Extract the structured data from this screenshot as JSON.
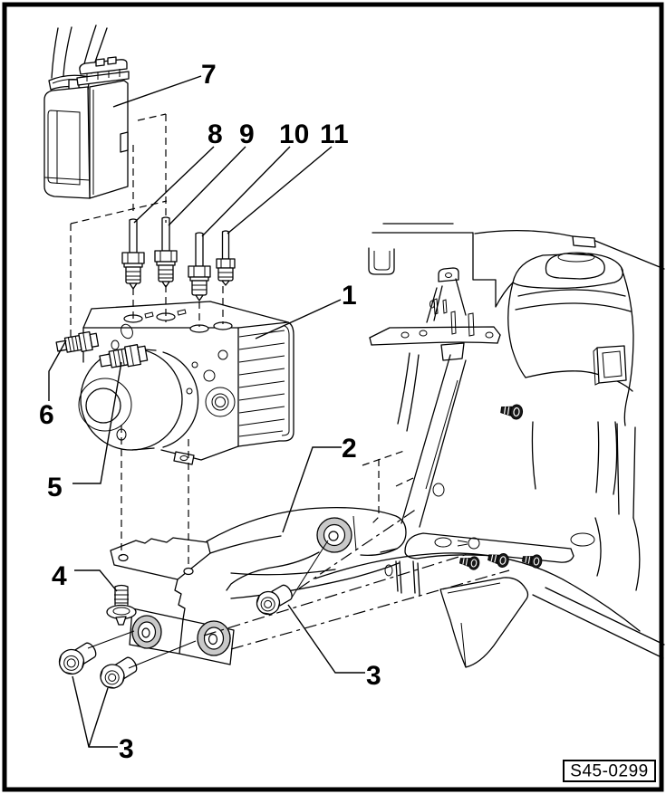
{
  "figure": {
    "kind": "exploded-parts-line-drawing",
    "code": "S45-0299",
    "callouts": {
      "n1": "1",
      "n2": "2",
      "n3": "3",
      "n4": "4",
      "n5": "5",
      "n6": "6",
      "n7": "7",
      "n8": "8",
      "n9": "9",
      "n10": "10",
      "n11": "11"
    },
    "colors": {
      "line": "#000000",
      "background": "#ffffff",
      "bushing_fill": "#c9c9c9",
      "fastener_fill": "#191919"
    }
  }
}
